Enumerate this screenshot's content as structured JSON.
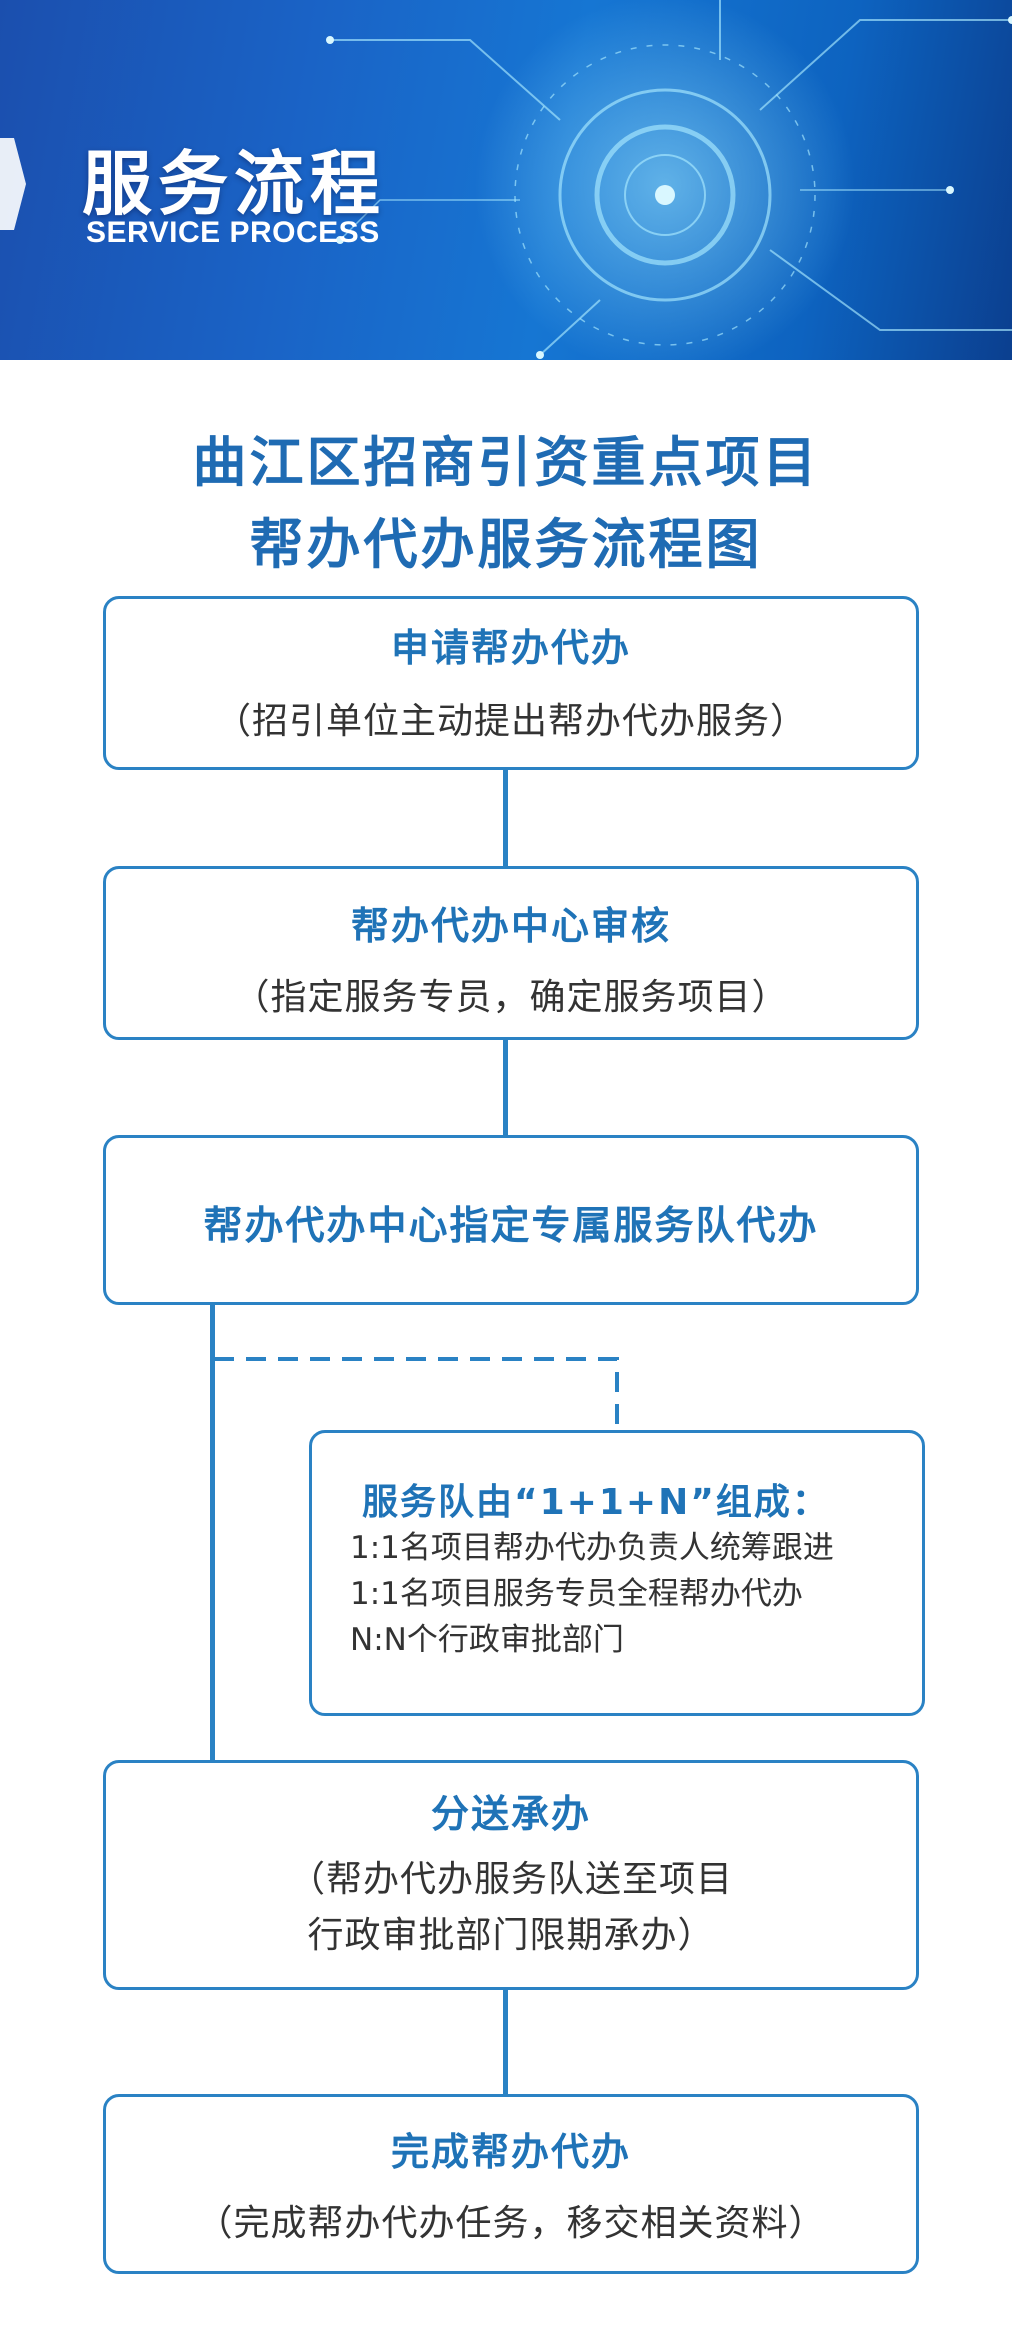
{
  "header": {
    "title": "服务流程",
    "subtitle": "SERVICE PROCESS"
  },
  "heading": {
    "line1": "曲江区招商引资重点项目",
    "line2": "帮办代办服务流程图"
  },
  "steps": [
    {
      "title": "申请帮办代办",
      "desc": "（招引单位主动提出帮办代办服务）"
    },
    {
      "title": "帮办代办中心审核",
      "desc": "（指定服务专员，确定服务项目）"
    },
    {
      "title": "帮办代办中心指定专属服务队代办"
    },
    {
      "title": "分送承办",
      "desc_line1": "（帮办代办服务队送至项目",
      "desc_line2": "行政审批部门限期承办）"
    },
    {
      "title": "完成帮办代办",
      "desc": "（完成帮办代办任务，移交相关资料）"
    }
  ],
  "team_note": {
    "title": "服务队由“1+1+N”组成：",
    "lines": [
      "1:1名项目帮办代办负责人统筹跟进",
      "1:1名项目服务专员全程帮办代办",
      "N:N个行政审批部门"
    ]
  },
  "colors": {
    "banner": "#1a63c6",
    "accent": "#1f6bb3",
    "border": "#2a82c4",
    "dashed": "#2a82c4"
  }
}
